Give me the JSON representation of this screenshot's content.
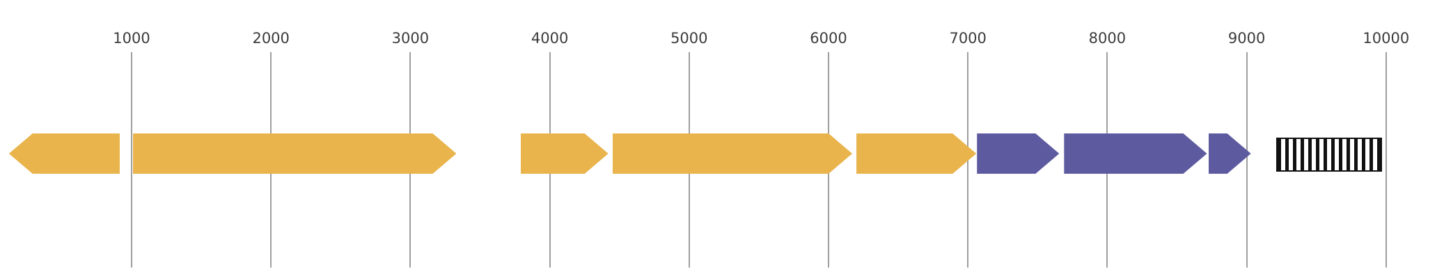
{
  "chart_data": {
    "type": "gene-map",
    "description": "Genomic feature track: arrow-shaped gene features along a sequence coordinate axis with vertical gridlines",
    "axis": {
      "unit": "bp",
      "ticks": [
        1000,
        2000,
        3000,
        4000,
        5000,
        6000,
        7000,
        8000,
        9000,
        10000
      ],
      "domain": [
        0,
        10415
      ],
      "grid": true,
      "tick_label_position": "top"
    },
    "palette": {
      "gold": "#E9B44C",
      "purple": "#5D5AA0",
      "hatch_fg": "#111111",
      "hatch_bg": "#FFFFFF",
      "grid_color": "#9E9E9E",
      "tick_label_color": "#3B3B3B"
    },
    "features": [
      {
        "id": 1,
        "start": 120,
        "end": 915,
        "strand": -1,
        "color": "gold",
        "shape": "arrow"
      },
      {
        "id": 2,
        "start": 1010,
        "end": 3330,
        "strand": 1,
        "color": "gold",
        "shape": "arrow"
      },
      {
        "id": 3,
        "start": 3790,
        "end": 4420,
        "strand": 1,
        "color": "gold",
        "shape": "arrow"
      },
      {
        "id": 4,
        "start": 4450,
        "end": 6170,
        "strand": 1,
        "color": "gold",
        "shape": "arrow"
      },
      {
        "id": 5,
        "start": 6200,
        "end": 7060,
        "strand": 1,
        "color": "gold",
        "shape": "arrow"
      },
      {
        "id": 6,
        "start": 7065,
        "end": 7655,
        "strand": 1,
        "color": "purple",
        "shape": "arrow"
      },
      {
        "id": 7,
        "start": 7690,
        "end": 8715,
        "strand": 1,
        "color": "purple",
        "shape": "arrow"
      },
      {
        "id": 8,
        "start": 8725,
        "end": 9030,
        "strand": 1,
        "color": "purple",
        "shape": "arrow"
      },
      {
        "id": 9,
        "start": 9210,
        "end": 9970,
        "strand": 1,
        "color": "hatched",
        "shape": "box"
      }
    ]
  }
}
